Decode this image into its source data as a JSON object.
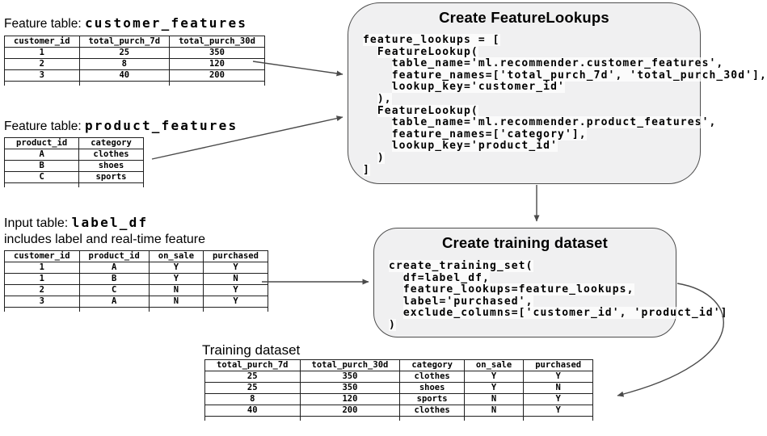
{
  "colors": {
    "box_fill": "#f0f0f1",
    "box_border": "#4d4d4d",
    "arrow": "#4a4a4a",
    "table_border": "#1f1f1f",
    "text": "#000000"
  },
  "tables": {
    "customer_features": {
      "title_prefix": "Feature table: ",
      "name": "customer_features",
      "headers": [
        "customer_id",
        "total_purch_7d",
        "total_purch_30d"
      ],
      "rows": [
        [
          "1",
          "25",
          "350"
        ],
        [
          "2",
          "8",
          "120"
        ],
        [
          "3",
          "40",
          "200"
        ]
      ]
    },
    "product_features": {
      "title_prefix": "Feature table: ",
      "name": "product_features",
      "headers": [
        "product_id",
        "category"
      ],
      "rows": [
        [
          "A",
          "clothes"
        ],
        [
          "B",
          "shoes"
        ],
        [
          "C",
          "sports"
        ]
      ]
    },
    "label_df": {
      "title_prefix": "Input table: ",
      "name": "label_df",
      "subtitle": "includes label and real-time feature",
      "headers": [
        "customer_id",
        "product_id",
        "on_sale",
        "purchased"
      ],
      "rows": [
        [
          "1",
          "A",
          "Y",
          "Y"
        ],
        [
          "1",
          "B",
          "Y",
          "N"
        ],
        [
          "2",
          "C",
          "N",
          "Y"
        ],
        [
          "3",
          "A",
          "N",
          "Y"
        ]
      ]
    },
    "training_dataset": {
      "title": "Training dataset",
      "headers": [
        "total_purch_7d",
        "total_purch_30d",
        "category",
        "on_sale",
        "purchased"
      ],
      "rows": [
        [
          "25",
          "350",
          "clothes",
          "Y",
          "Y"
        ],
        [
          "25",
          "350",
          "shoes",
          "Y",
          "N"
        ],
        [
          "8",
          "120",
          "sports",
          "N",
          "Y"
        ],
        [
          "40",
          "200",
          "clothes",
          "N",
          "Y"
        ]
      ]
    }
  },
  "boxes": {
    "create_feature_lookups": {
      "title": "Create FeatureLookups",
      "code_lines": [
        "feature_lookups = [",
        "  FeatureLookup(",
        "    table_name='ml.recommender.customer_features',",
        "    feature_names=['total_purch_7d', 'total_purch_30d'],",
        "    lookup_key='customer_id'",
        "  ),",
        "  FeatureLookup(",
        "    table_name='ml.recommender.product_features',",
        "    feature_names=['category'],",
        "    lookup_key='product_id'",
        "  )",
        "]"
      ]
    },
    "create_training_dataset": {
      "title": "Create training dataset",
      "code_lines": [
        "create_training_set(",
        "  df=label_df,",
        "  feature_lookups=feature_lookups,",
        "  label='purchased',",
        "  exclude_columns=['customer_id', 'product_id']",
        ")"
      ]
    }
  }
}
